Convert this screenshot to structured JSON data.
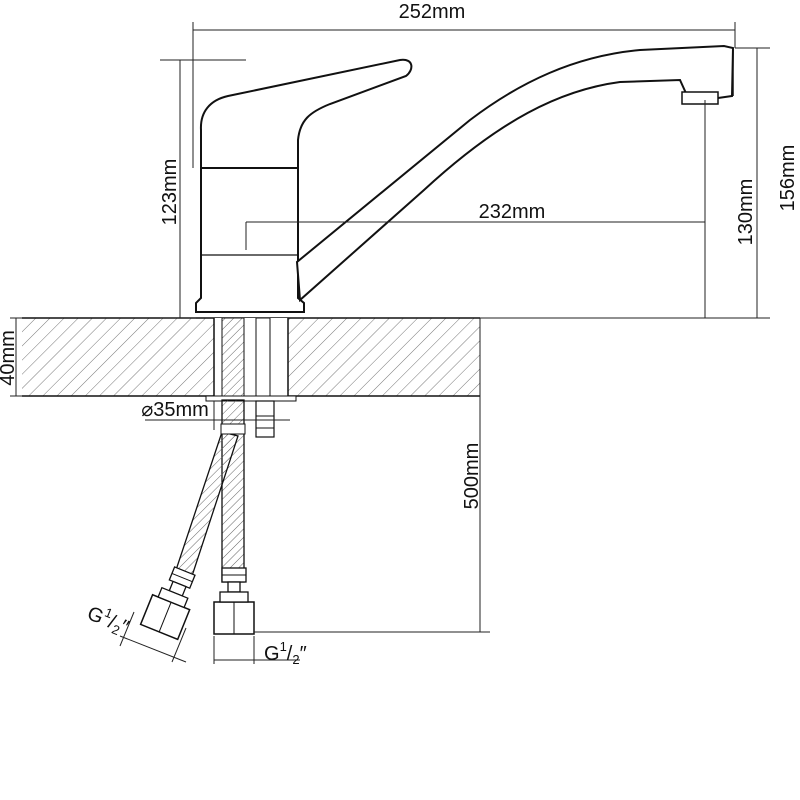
{
  "dimensions": {
    "total_width": "252mm",
    "spout_reach": "232mm",
    "body_height": "123mm",
    "spout_height": "130mm",
    "total_height": "156mm",
    "countertop_thickness": "40mm",
    "mount_diameter": "⌀35mm",
    "hose_length": "500mm",
    "thread_left": {
      "base": "G",
      "sup": "1",
      "sub": "2",
      "mark": "″"
    },
    "thread_right": {
      "base": "G",
      "sup": "1",
      "sub": "2",
      "mark": "″"
    }
  },
  "colors": {
    "line": "#111111",
    "background": "#ffffff"
  }
}
